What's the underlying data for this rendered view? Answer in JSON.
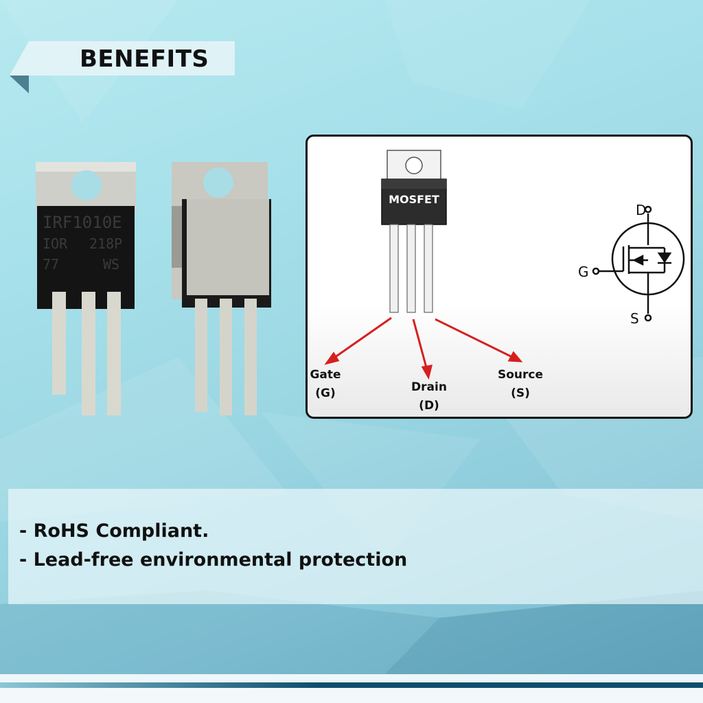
{
  "banner": {
    "title": "BENEFITS"
  },
  "photo": {
    "left_part": {
      "line1": "IRF1010E",
      "line2": "IOR",
      "line3": "218P",
      "line4": "77",
      "line5": "WS"
    }
  },
  "diagram": {
    "package_label": "MOSFET",
    "pins": [
      {
        "name": "Gate",
        "abbr": "(G)"
      },
      {
        "name": "Drain",
        "abbr": "(D)"
      },
      {
        "name": "Source",
        "abbr": "(S)"
      }
    ],
    "symbol": {
      "d": "D",
      "g": "G",
      "s": "S"
    },
    "arrow_color": "#d61f1f"
  },
  "benefits": [
    "- RoHS Compliant.",
    "- Lead-free environmental protection"
  ],
  "colors": {
    "accent_dark": "#0e4f6e",
    "panel": "#e9f6f9"
  }
}
